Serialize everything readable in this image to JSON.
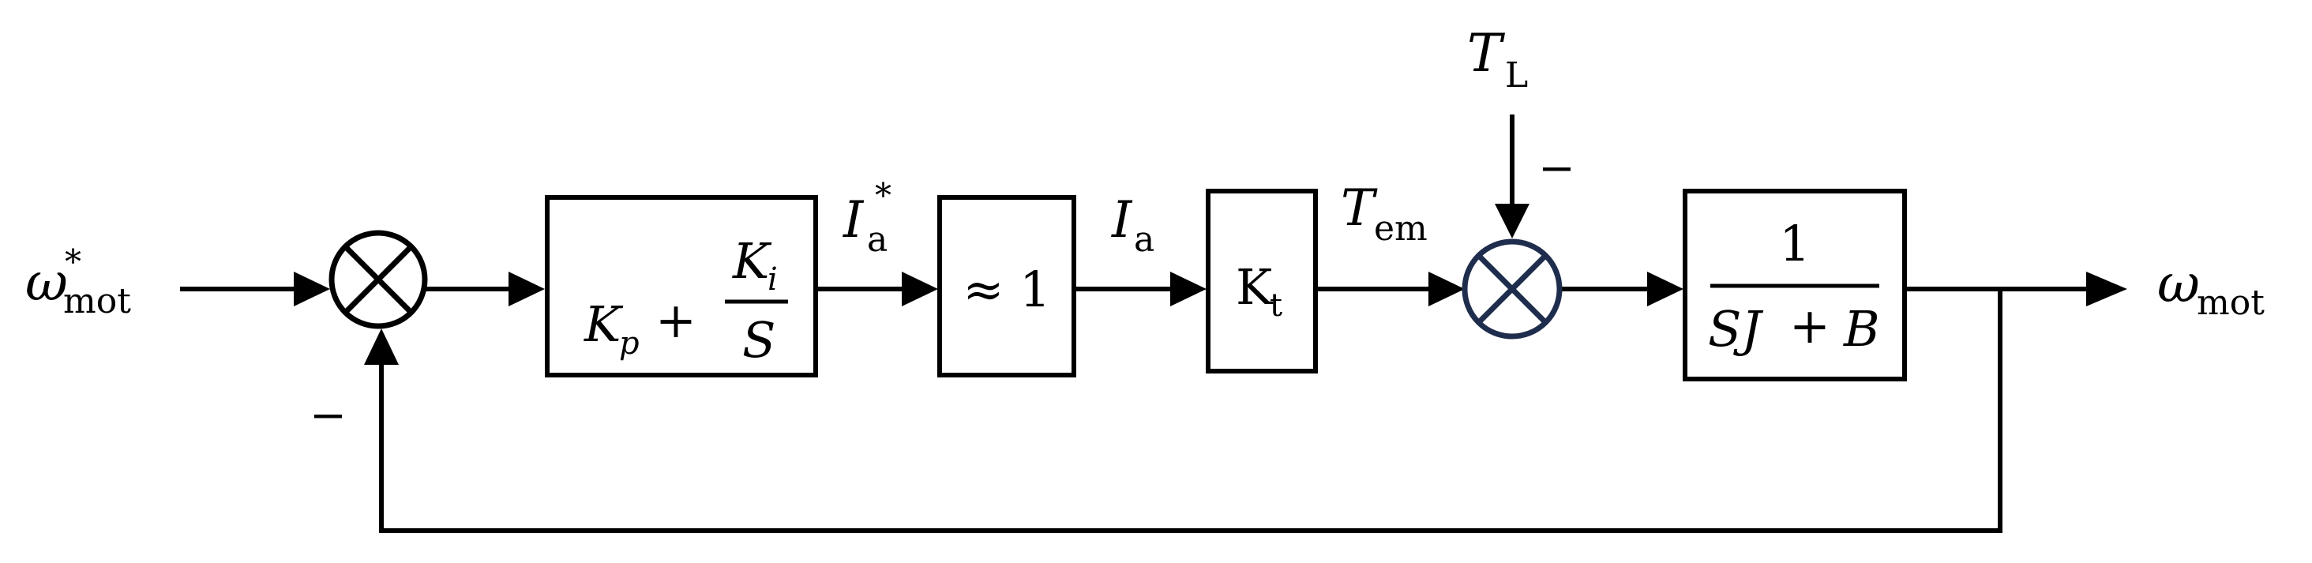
{
  "signals": {
    "reference_base": "ω",
    "reference_sub": "mot",
    "reference_sup": "*",
    "current_ref_base": "I",
    "current_ref_sub": "a",
    "current_ref_sup": "*",
    "current_base": "I",
    "current_sub": "a",
    "torque_em_base": "T",
    "torque_em_sub": "em",
    "load_torque_base": "T",
    "load_torque_sub": "L",
    "output_base": "ω",
    "output_sub": "mot"
  },
  "signs": {
    "feedback_sign": "−",
    "load_sign": "−"
  },
  "blocks": {
    "pi_kp": "K",
    "pi_kp_sub": "p",
    "pi_plus": "+",
    "pi_ki": "K",
    "pi_ki_sub": "i",
    "pi_s": "S",
    "current_loop": "≈ 1",
    "kt_base": "K",
    "kt_sub": "t",
    "mech_num": "1",
    "mech_den_sj": "SJ",
    "mech_den_plus": "+",
    "mech_den_b": "B"
  },
  "colors": {
    "line": "#000000",
    "summer2_stroke": "#1f2d4d"
  }
}
